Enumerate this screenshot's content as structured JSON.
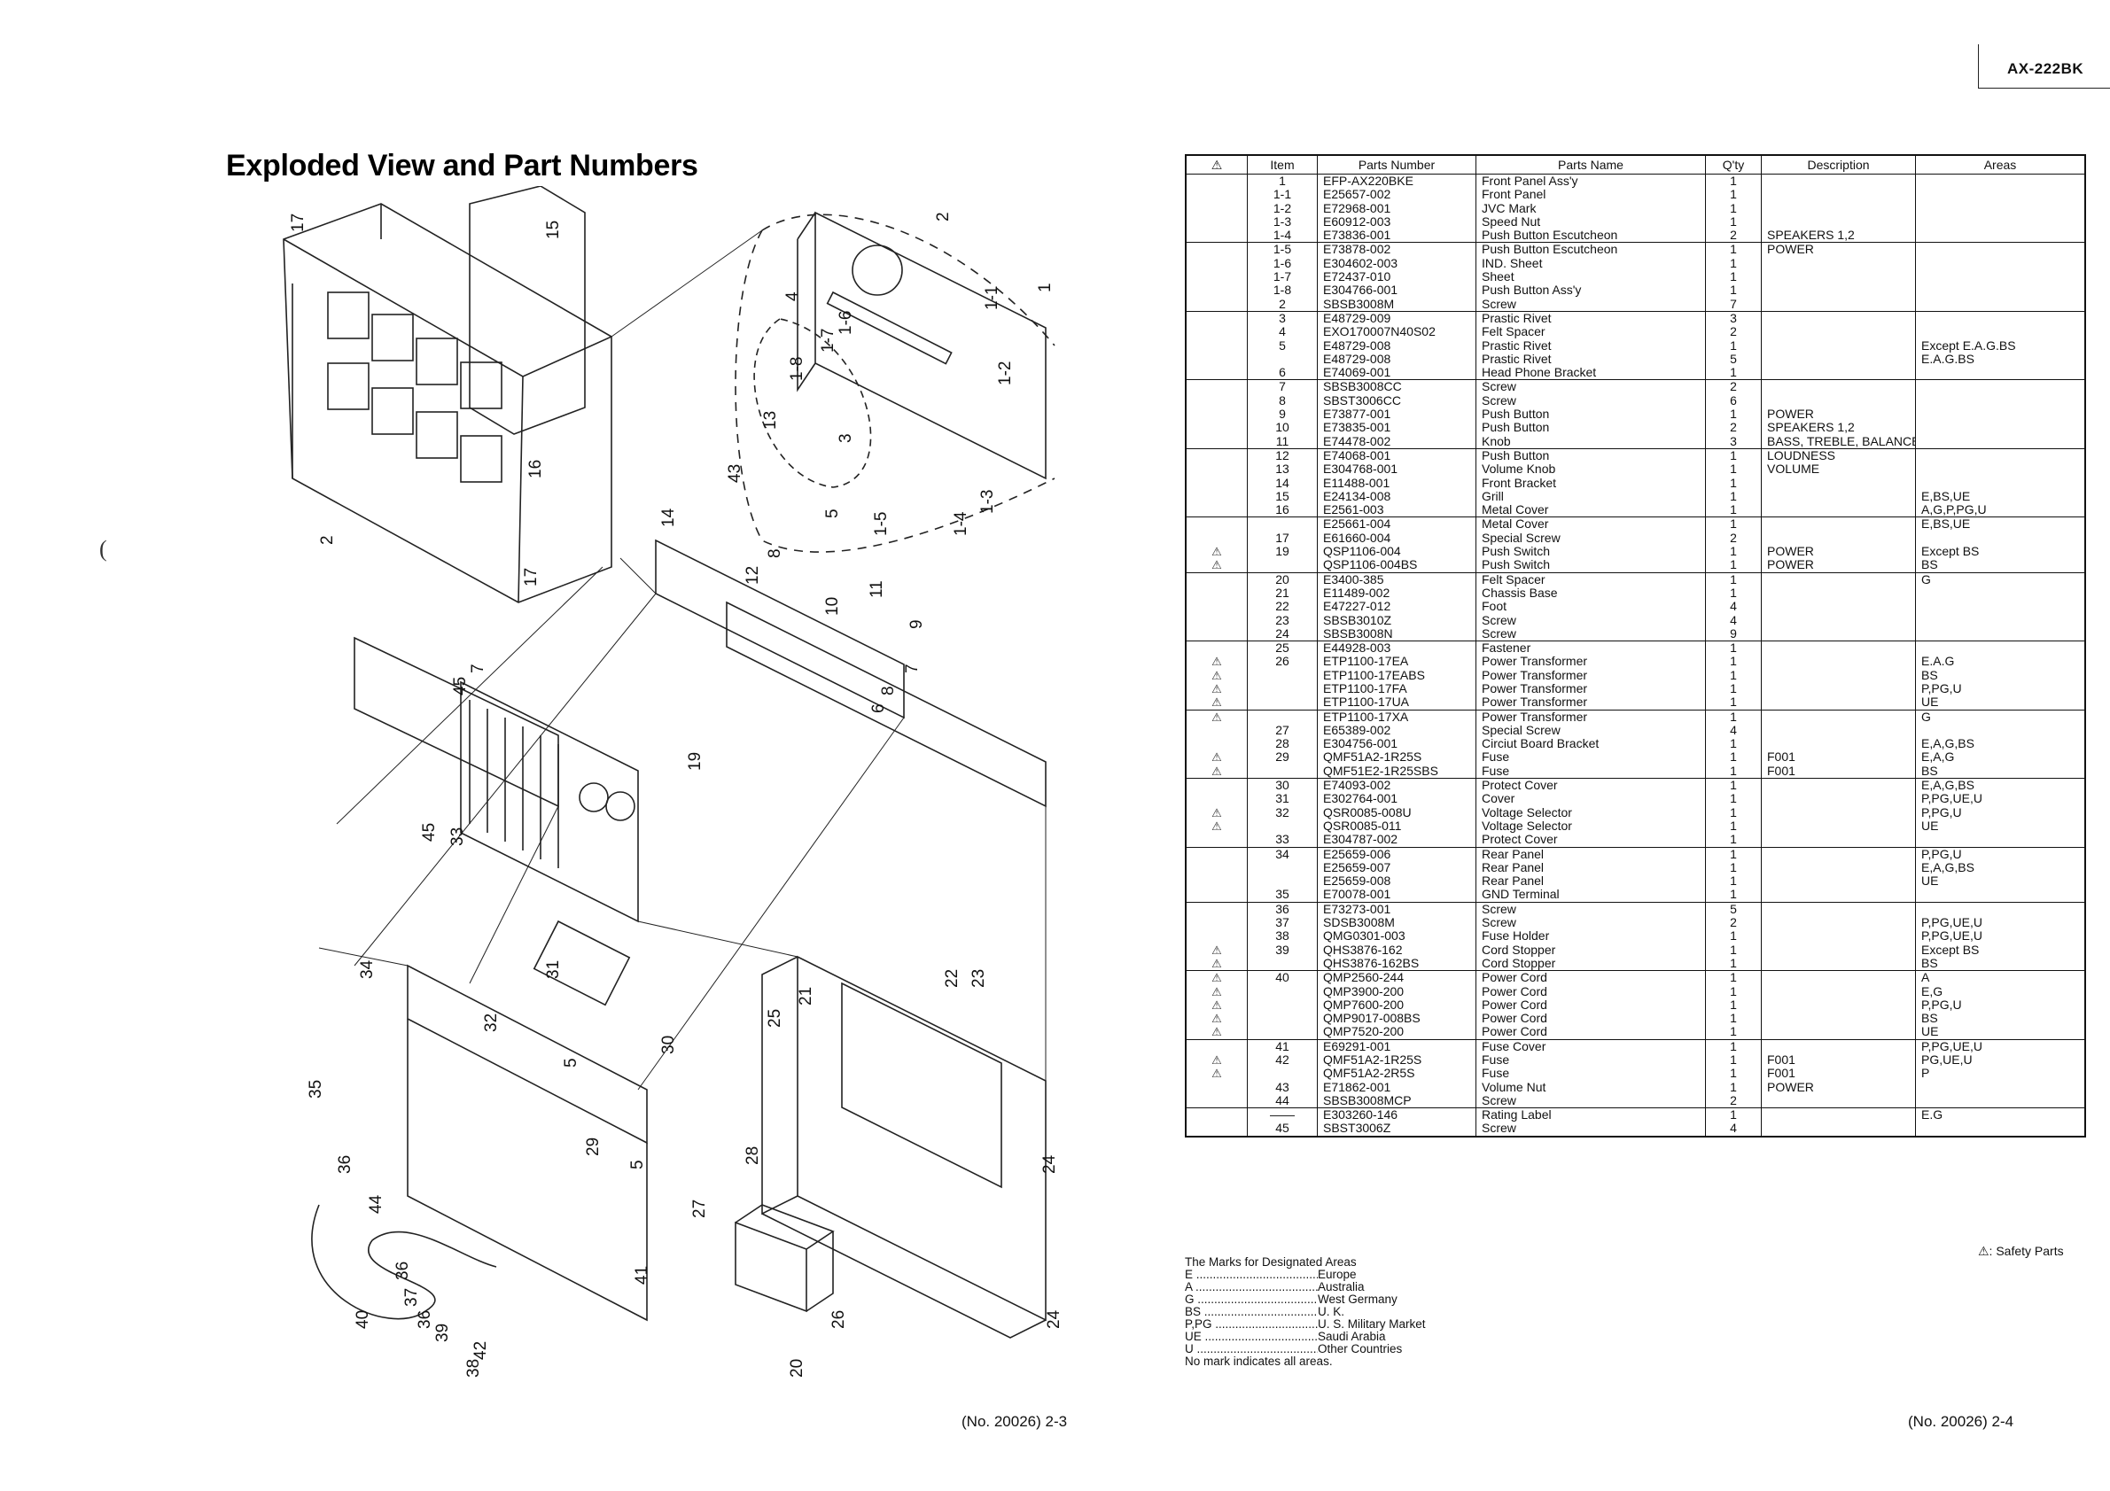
{
  "header": {
    "model": "AX-222BK"
  },
  "page_title": "Exploded View and Part Numbers",
  "stray_mark": "(",
  "callouts": [
    "17",
    "15",
    "16",
    "2",
    "17",
    "1",
    "1-1",
    "1-2",
    "2",
    "4",
    "1-8",
    "1-7",
    "1-6",
    "1-5",
    "1-4",
    "1-3",
    "3",
    "13",
    "43",
    "14",
    "5",
    "8",
    "12",
    "11",
    "10",
    "9",
    "7",
    "6",
    "8",
    "45",
    "7",
    "33",
    "45",
    "19",
    "34",
    "31",
    "32",
    "30",
    "5",
    "29",
    "35",
    "36",
    "44",
    "5",
    "28",
    "25",
    "21",
    "22",
    "23",
    "24",
    "27",
    "41",
    "26",
    "40",
    "36",
    "37",
    "36",
    "39",
    "42",
    "38",
    "20",
    "24"
  ],
  "table": {
    "headers": {
      "mark": "⚠",
      "item": "Item",
      "part_number": "Parts Number",
      "part_name": "Parts Name",
      "qty": "Q'ty",
      "description": "Description",
      "areas": "Areas"
    },
    "groups": [
      [
        {
          "mark": "",
          "item": "1",
          "pn": "EFP-AX220BKE",
          "name": "Front Panel Ass'y",
          "qty": "1",
          "desc": "",
          "area": ""
        },
        {
          "mark": "",
          "item": "1-1",
          "pn": "E25657-002",
          "name": "Front Panel",
          "qty": "1",
          "desc": "",
          "area": ""
        },
        {
          "mark": "",
          "item": "1-2",
          "pn": "E72968-001",
          "name": "JVC Mark",
          "qty": "1",
          "desc": "",
          "area": ""
        },
        {
          "mark": "",
          "item": "1-3",
          "pn": "E60912-003",
          "name": "Speed Nut",
          "qty": "1",
          "desc": "",
          "area": ""
        },
        {
          "mark": "",
          "item": "1-4",
          "pn": "E73836-001",
          "name": "Push Button Escutcheon",
          "qty": "2",
          "desc": "SPEAKERS 1,2",
          "area": ""
        }
      ],
      [
        {
          "mark": "",
          "item": "1-5",
          "pn": "E73878-002",
          "name": "Push Button Escutcheon",
          "qty": "1",
          "desc": "POWER",
          "area": ""
        },
        {
          "mark": "",
          "item": "1-6",
          "pn": "E304602-003",
          "name": "IND. Sheet",
          "qty": "1",
          "desc": "",
          "area": ""
        },
        {
          "mark": "",
          "item": "1-7",
          "pn": "E72437-010",
          "name": "Sheet",
          "qty": "1",
          "desc": "",
          "area": ""
        },
        {
          "mark": "",
          "item": "1-8",
          "pn": "E304766-001",
          "name": "Push Button Ass'y",
          "qty": "1",
          "desc": "",
          "area": ""
        },
        {
          "mark": "",
          "item": "2",
          "pn": "SBSB3008M",
          "name": "Screw",
          "qty": "7",
          "desc": "",
          "area": ""
        }
      ],
      [
        {
          "mark": "",
          "item": "3",
          "pn": "E48729-009",
          "name": "Prastic Rivet",
          "qty": "3",
          "desc": "",
          "area": ""
        },
        {
          "mark": "",
          "item": "4",
          "pn": "EXO170007N40S02",
          "name": "Felt Spacer",
          "qty": "2",
          "desc": "",
          "area": ""
        },
        {
          "mark": "",
          "item": "5",
          "pn": "E48729-008",
          "name": "Prastic Rivet",
          "qty": "1",
          "desc": "",
          "area": "Except E.A.G.BS"
        },
        {
          "mark": "",
          "item": "",
          "pn": "E48729-008",
          "name": "Prastic Rivet",
          "qty": "5",
          "desc": "",
          "area": "E.A.G.BS"
        },
        {
          "mark": "",
          "item": "6",
          "pn": "E74069-001",
          "name": "Head Phone Bracket",
          "qty": "1",
          "desc": "",
          "area": ""
        }
      ],
      [
        {
          "mark": "",
          "item": "7",
          "pn": "SBSB3008CC",
          "name": "Screw",
          "qty": "2",
          "desc": "",
          "area": ""
        },
        {
          "mark": "",
          "item": "8",
          "pn": "SBST3006CC",
          "name": "Screw",
          "qty": "6",
          "desc": "",
          "area": ""
        },
        {
          "mark": "",
          "item": "9",
          "pn": "E73877-001",
          "name": "Push Button",
          "qty": "1",
          "desc": "POWER",
          "area": ""
        },
        {
          "mark": "",
          "item": "10",
          "pn": "E73835-001",
          "name": "Push Button",
          "qty": "2",
          "desc": "SPEAKERS 1,2",
          "area": ""
        },
        {
          "mark": "",
          "item": "11",
          "pn": "E74478-002",
          "name": "Knob",
          "qty": "3",
          "desc": "BASS, TREBLE, BALANCE",
          "area": ""
        }
      ],
      [
        {
          "mark": "",
          "item": "12",
          "pn": "E74068-001",
          "name": "Push Button",
          "qty": "1",
          "desc": "LOUDNESS",
          "area": ""
        },
        {
          "mark": "",
          "item": "13",
          "pn": "E304768-001",
          "name": "Volume Knob",
          "qty": "1",
          "desc": "VOLUME",
          "area": ""
        },
        {
          "mark": "",
          "item": "14",
          "pn": "E11488-001",
          "name": "Front Bracket",
          "qty": "1",
          "desc": "",
          "area": ""
        },
        {
          "mark": "",
          "item": "15",
          "pn": "E24134-008",
          "name": "Grill",
          "qty": "1",
          "desc": "",
          "area": "E,BS,UE"
        },
        {
          "mark": "",
          "item": "16",
          "pn": "E2561-003",
          "name": "Metal Cover",
          "qty": "1",
          "desc": "",
          "area": "A,G,P,PG,U"
        }
      ],
      [
        {
          "mark": "",
          "item": "",
          "pn": "E25661-004",
          "name": "Metal Cover",
          "qty": "1",
          "desc": "",
          "area": "E,BS,UE"
        },
        {
          "mark": "",
          "item": "17",
          "pn": "E61660-004",
          "name": "Special Screw",
          "qty": "2",
          "desc": "",
          "area": ""
        },
        {
          "mark": "⚠",
          "item": "19",
          "pn": "QSP1106-004",
          "name": "Push Switch",
          "qty": "1",
          "desc": "POWER",
          "area": "Except BS"
        },
        {
          "mark": "⚠",
          "item": "",
          "pn": "QSP1106-004BS",
          "name": "Push Switch",
          "qty": "1",
          "desc": "POWER",
          "area": "BS"
        }
      ],
      [
        {
          "mark": "",
          "item": "20",
          "pn": "E3400-385",
          "name": "Felt Spacer",
          "qty": "1",
          "desc": "",
          "area": "G"
        },
        {
          "mark": "",
          "item": "21",
          "pn": "E11489-002",
          "name": "Chassis Base",
          "qty": "1",
          "desc": "",
          "area": ""
        },
        {
          "mark": "",
          "item": "22",
          "pn": "E47227-012",
          "name": "Foot",
          "qty": "4",
          "desc": "",
          "area": ""
        },
        {
          "mark": "",
          "item": "23",
          "pn": "SBSB3010Z",
          "name": "Screw",
          "qty": "4",
          "desc": "",
          "area": ""
        },
        {
          "mark": "",
          "item": "24",
          "pn": "SBSB3008N",
          "name": "Screw",
          "qty": "9",
          "desc": "",
          "area": ""
        }
      ],
      [
        {
          "mark": "",
          "item": "25",
          "pn": "E44928-003",
          "name": "Fastener",
          "qty": "1",
          "desc": "",
          "area": ""
        },
        {
          "mark": "⚠",
          "item": "26",
          "pn": "ETP1100-17EA",
          "name": "Power Transformer",
          "qty": "1",
          "desc": "",
          "area": "E.A.G"
        },
        {
          "mark": "⚠",
          "item": "",
          "pn": "ETP1100-17EABS",
          "name": "Power Transformer",
          "qty": "1",
          "desc": "",
          "area": "BS"
        },
        {
          "mark": "⚠",
          "item": "",
          "pn": "ETP1100-17FA",
          "name": "Power Transformer",
          "qty": "1",
          "desc": "",
          "area": "P,PG,U"
        },
        {
          "mark": "⚠",
          "item": "",
          "pn": "ETP1100-17UA",
          "name": "Power Transformer",
          "qty": "1",
          "desc": "",
          "area": "UE"
        }
      ],
      [
        {
          "mark": "⚠",
          "item": "",
          "pn": "ETP1100-17XA",
          "name": "Power Transformer",
          "qty": "1",
          "desc": "",
          "area": "G"
        },
        {
          "mark": "",
          "item": "27",
          "pn": "E65389-002",
          "name": "Special Screw",
          "qty": "4",
          "desc": "",
          "area": ""
        },
        {
          "mark": "",
          "item": "28",
          "pn": "E304756-001",
          "name": "Circiut Board Bracket",
          "qty": "1",
          "desc": "",
          "area": "E,A,G,BS"
        },
        {
          "mark": "⚠",
          "item": "29",
          "pn": "QMF51A2-1R25S",
          "name": "Fuse",
          "qty": "1",
          "desc": "F001",
          "area": "E,A,G"
        },
        {
          "mark": "⚠",
          "item": "",
          "pn": "QMF51E2-1R25SBS",
          "name": "Fuse",
          "qty": "1",
          "desc": "F001",
          "area": "BS"
        }
      ],
      [
        {
          "mark": "",
          "item": "30",
          "pn": "E74093-002",
          "name": "Protect Cover",
          "qty": "1",
          "desc": "",
          "area": "E,A,G,BS"
        },
        {
          "mark": "",
          "item": "31",
          "pn": "E302764-001",
          "name": "Cover",
          "qty": "1",
          "desc": "",
          "area": "P,PG,UE,U"
        },
        {
          "mark": "⚠",
          "item": "32",
          "pn": "QSR0085-008U",
          "name": "Voltage Selector",
          "qty": "1",
          "desc": "",
          "area": "P,PG,U"
        },
        {
          "mark": "⚠",
          "item": "",
          "pn": "QSR0085-011",
          "name": "Voltage Selector",
          "qty": "1",
          "desc": "",
          "area": "UE"
        },
        {
          "mark": "",
          "item": "33",
          "pn": "E304787-002",
          "name": "Protect Cover",
          "qty": "1",
          "desc": "",
          "area": ""
        }
      ],
      [
        {
          "mark": "",
          "item": "34",
          "pn": "E25659-006",
          "name": "Rear Panel",
          "qty": "1",
          "desc": "",
          "area": "P,PG,U"
        },
        {
          "mark": "",
          "item": "",
          "pn": "E25659-007",
          "name": "Rear Panel",
          "qty": "1",
          "desc": "",
          "area": "E,A,G,BS"
        },
        {
          "mark": "",
          "item": "",
          "pn": "E25659-008",
          "name": "Rear Panel",
          "qty": "1",
          "desc": "",
          "area": "UE"
        },
        {
          "mark": "",
          "item": "35",
          "pn": "E70078-001",
          "name": "GND Terminal",
          "qty": "1",
          "desc": "",
          "area": ""
        }
      ],
      [
        {
          "mark": "",
          "item": "36",
          "pn": "E73273-001",
          "name": "Screw",
          "qty": "5",
          "desc": "",
          "area": ""
        },
        {
          "mark": "",
          "item": "37",
          "pn": "SDSB3008M",
          "name": "Screw",
          "qty": "2",
          "desc": "",
          "area": "P,PG,UE,U"
        },
        {
          "mark": "",
          "item": "38",
          "pn": "QMG0301-003",
          "name": "Fuse Holder",
          "qty": "1",
          "desc": "",
          "area": "P,PG,UE,U"
        },
        {
          "mark": "⚠",
          "item": "39",
          "pn": "QHS3876-162",
          "name": "Cord Stopper",
          "qty": "1",
          "desc": "",
          "area": "Except BS"
        },
        {
          "mark": "⚠",
          "item": "",
          "pn": "QHS3876-162BS",
          "name": "Cord Stopper",
          "qty": "1",
          "desc": "",
          "area": "BS"
        }
      ],
      [
        {
          "mark": "⚠",
          "item": "40",
          "pn": "QMP2560-244",
          "name": "Power Cord",
          "qty": "1",
          "desc": "",
          "area": "A"
        },
        {
          "mark": "⚠",
          "item": "",
          "pn": "QMP3900-200",
          "name": "Power Cord",
          "qty": "1",
          "desc": "",
          "area": "E,G"
        },
        {
          "mark": "⚠",
          "item": "",
          "pn": "QMP7600-200",
          "name": "Power Cord",
          "qty": "1",
          "desc": "",
          "area": "P,PG,U"
        },
        {
          "mark": "⚠",
          "item": "",
          "pn": "QMP9017-008BS",
          "name": "Power Cord",
          "qty": "1",
          "desc": "",
          "area": "BS"
        },
        {
          "mark": "⚠",
          "item": "",
          "pn": "QMP7520-200",
          "name": "Power Cord",
          "qty": "1",
          "desc": "",
          "area": "UE"
        }
      ],
      [
        {
          "mark": "",
          "item": "41",
          "pn": "E69291-001",
          "name": "Fuse Cover",
          "qty": "1",
          "desc": "",
          "area": "P,PG,UE,U"
        },
        {
          "mark": "⚠",
          "item": "42",
          "pn": "QMF51A2-1R25S",
          "name": "Fuse",
          "qty": "1",
          "desc": "F001",
          "area": "PG,UE,U"
        },
        {
          "mark": "⚠",
          "item": "",
          "pn": "QMF51A2-2R5S",
          "name": "Fuse",
          "qty": "1",
          "desc": "F001",
          "area": "P"
        },
        {
          "mark": "",
          "item": "43",
          "pn": "E71862-001",
          "name": "Volume Nut",
          "qty": "1",
          "desc": "POWER",
          "area": ""
        },
        {
          "mark": "",
          "item": "44",
          "pn": "SBSB3008MCP",
          "name": "Screw",
          "qty": "2",
          "desc": "",
          "area": ""
        }
      ],
      [
        {
          "mark": "",
          "item": "——",
          "pn": "E303260-146",
          "name": "Rating Label",
          "qty": "1",
          "desc": "",
          "area": "E.G"
        },
        {
          "mark": "",
          "item": "45",
          "pn": "SBST3006Z",
          "name": "Screw",
          "qty": "4",
          "desc": "",
          "area": ""
        }
      ]
    ]
  },
  "safety_note": "⚠: Safety Parts",
  "legend": {
    "title": "The Marks for Designated Areas",
    "rows": [
      {
        "key": "E",
        "value": "Europe"
      },
      {
        "key": "A",
        "value": "Australia"
      },
      {
        "key": "G",
        "value": "West Germany"
      },
      {
        "key": "BS",
        "value": "U. K."
      },
      {
        "key": "P,PG",
        "value": "U. S. Military Market"
      },
      {
        "key": "UE",
        "value": "Saudi Arabia"
      },
      {
        "key": "U",
        "value": "Other Countries"
      }
    ],
    "footer": "No mark indicates all areas."
  },
  "footer": {
    "left_page": "(No. 20026)  2-3",
    "right_page": "(No. 20026)  2-4"
  }
}
